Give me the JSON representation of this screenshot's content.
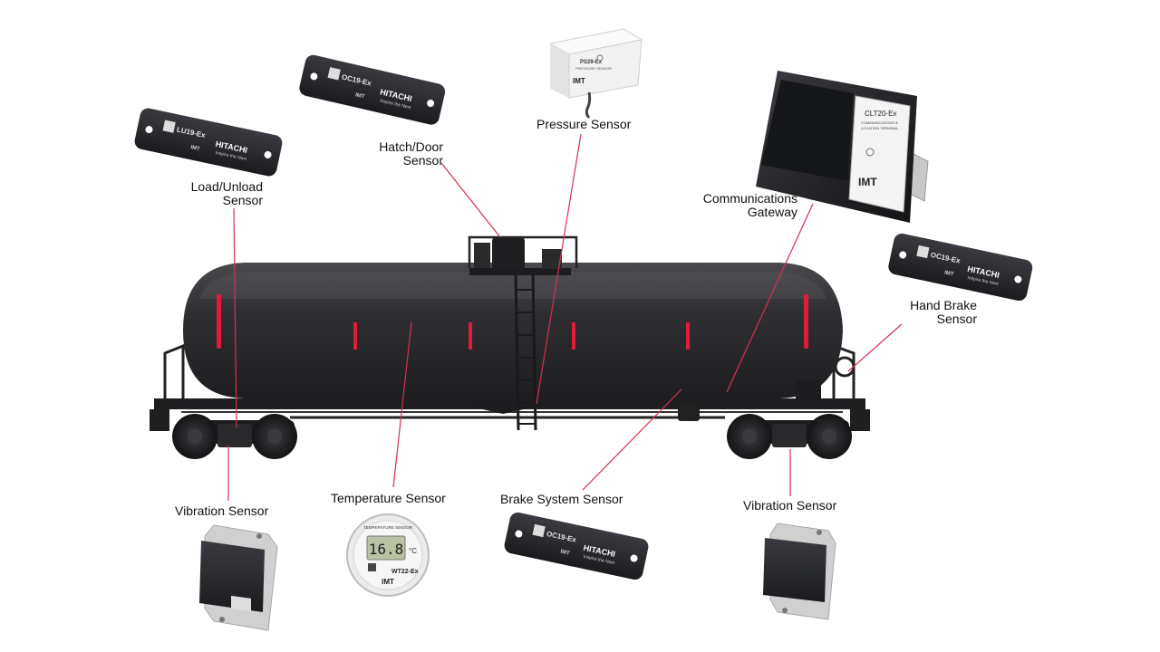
{
  "colors": {
    "leader_line": "#d6304f",
    "tank_body": "#2a2a2d",
    "reflector": "#e31b3a",
    "device_body": "#26272b",
    "gateway_lid": "#151719",
    "enclosure_white": "#f2f2f2",
    "lcd": "#b8c3a4"
  },
  "labels": {
    "load_unload": [
      "Load/Unload",
      "Sensor"
    ],
    "hatch_door": [
      "Hatch/Door",
      "Sensor"
    ],
    "pressure": "Pressure Sensor",
    "gateway": [
      "Communications",
      "Gateway"
    ],
    "hand_brake": [
      "Hand Brake",
      "Sensor"
    ],
    "vibration_left": "Vibration Sensor",
    "temperature": "Temperature Sensor",
    "brake_system": "Brake System Sensor",
    "vibration_right": "Vibration Sensor"
  },
  "devices": {
    "lu19": {
      "model": "LU19-Ex",
      "brand": "HITACHI",
      "tagline": "Inspire the Next",
      "mark": "IMT"
    },
    "oc19_hatch": {
      "model": "OC19-Ex",
      "brand": "HITACHI",
      "tagline": "Inspire the Next",
      "mark": "IMT"
    },
    "ps29": {
      "model": "PS29-Ex",
      "sub": "PRESSURE SENSOR",
      "mark": "IMT"
    },
    "clt20": {
      "model": "CLT20-Ex",
      "sub1": "COMMUNICATIONS &",
      "sub2": "LOCATION TERMINAL",
      "mark": "IMT"
    },
    "oc19_handbrake": {
      "model": "OC19-Ex",
      "brand": "HITACHI",
      "tagline": "Inspire the Next",
      "mark": "IMT"
    },
    "oc19_brake": {
      "model": "OC19-Ex",
      "brand": "HITACHI",
      "tagline": "Inspire the Next",
      "mark": "IMT"
    },
    "wt22": {
      "header": "TEMPERATURE SENSOR",
      "reading": "16.8",
      "unit": "°C",
      "model": "WT22-Ex",
      "mark": "IMT"
    }
  }
}
